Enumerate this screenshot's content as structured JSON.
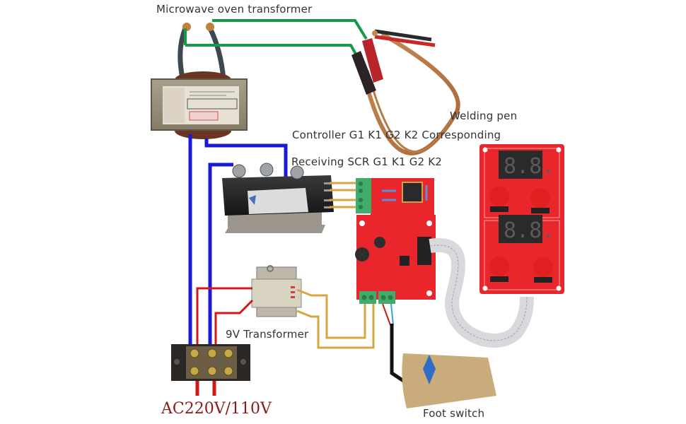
{
  "labels": {
    "microwave_transformer": "Microwave oven transformer",
    "welding_pen": "Welding pen",
    "controller_mapping": "Controller G1 K1 G2 K2 Corresponding",
    "receiving_scr": "Receiving SCR G1 K1 G2 K2",
    "transformer_9v": "9V Transformer",
    "ac_input": "AC220V/110V",
    "foot_switch": "Foot switch"
  },
  "colors": {
    "wire_green": "#169a4a",
    "wire_blue": "#1a1ad6",
    "wire_red": "#d01818",
    "wire_gold": "#d8a640",
    "pcb_red": "#e8262b",
    "display_dark": "#2a2a2a",
    "terminal_green": "#3fae6a",
    "pedal_tan": "#c9ab7c",
    "ribbon_gray": "#c8c8cc"
  }
}
